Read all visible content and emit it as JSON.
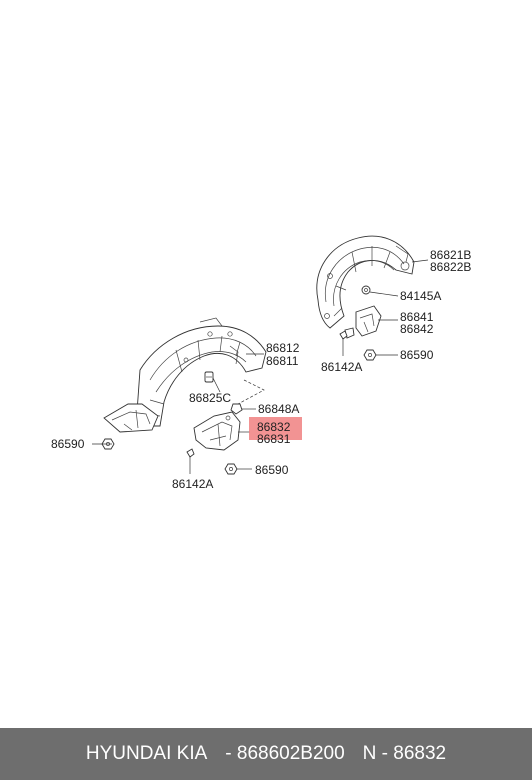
{
  "diagram": {
    "highlight_color": "#f08080",
    "labels": {
      "rear_upper": "86821B",
      "rear_lower": "86822B",
      "rear_clip": "84145A",
      "rear_flap_upper": "86841",
      "rear_flap_lower": "86842",
      "rear_nut": "86590",
      "rear_screw": "86142A",
      "front_upper": "86812",
      "front_lower": "86811",
      "front_clip": "86825C",
      "front_nut_left": "86590",
      "front_retainer": "86848A",
      "front_flap_upper": "86832",
      "front_flap_lower": "86831",
      "front_screw": "86142A",
      "front_nut_bottom": "86590"
    }
  },
  "footer": {
    "brand": "HYUNDAI  KIA",
    "part_number": "- 868602B200",
    "oem_number": "N - 86832",
    "background": "#6e6e6e"
  }
}
